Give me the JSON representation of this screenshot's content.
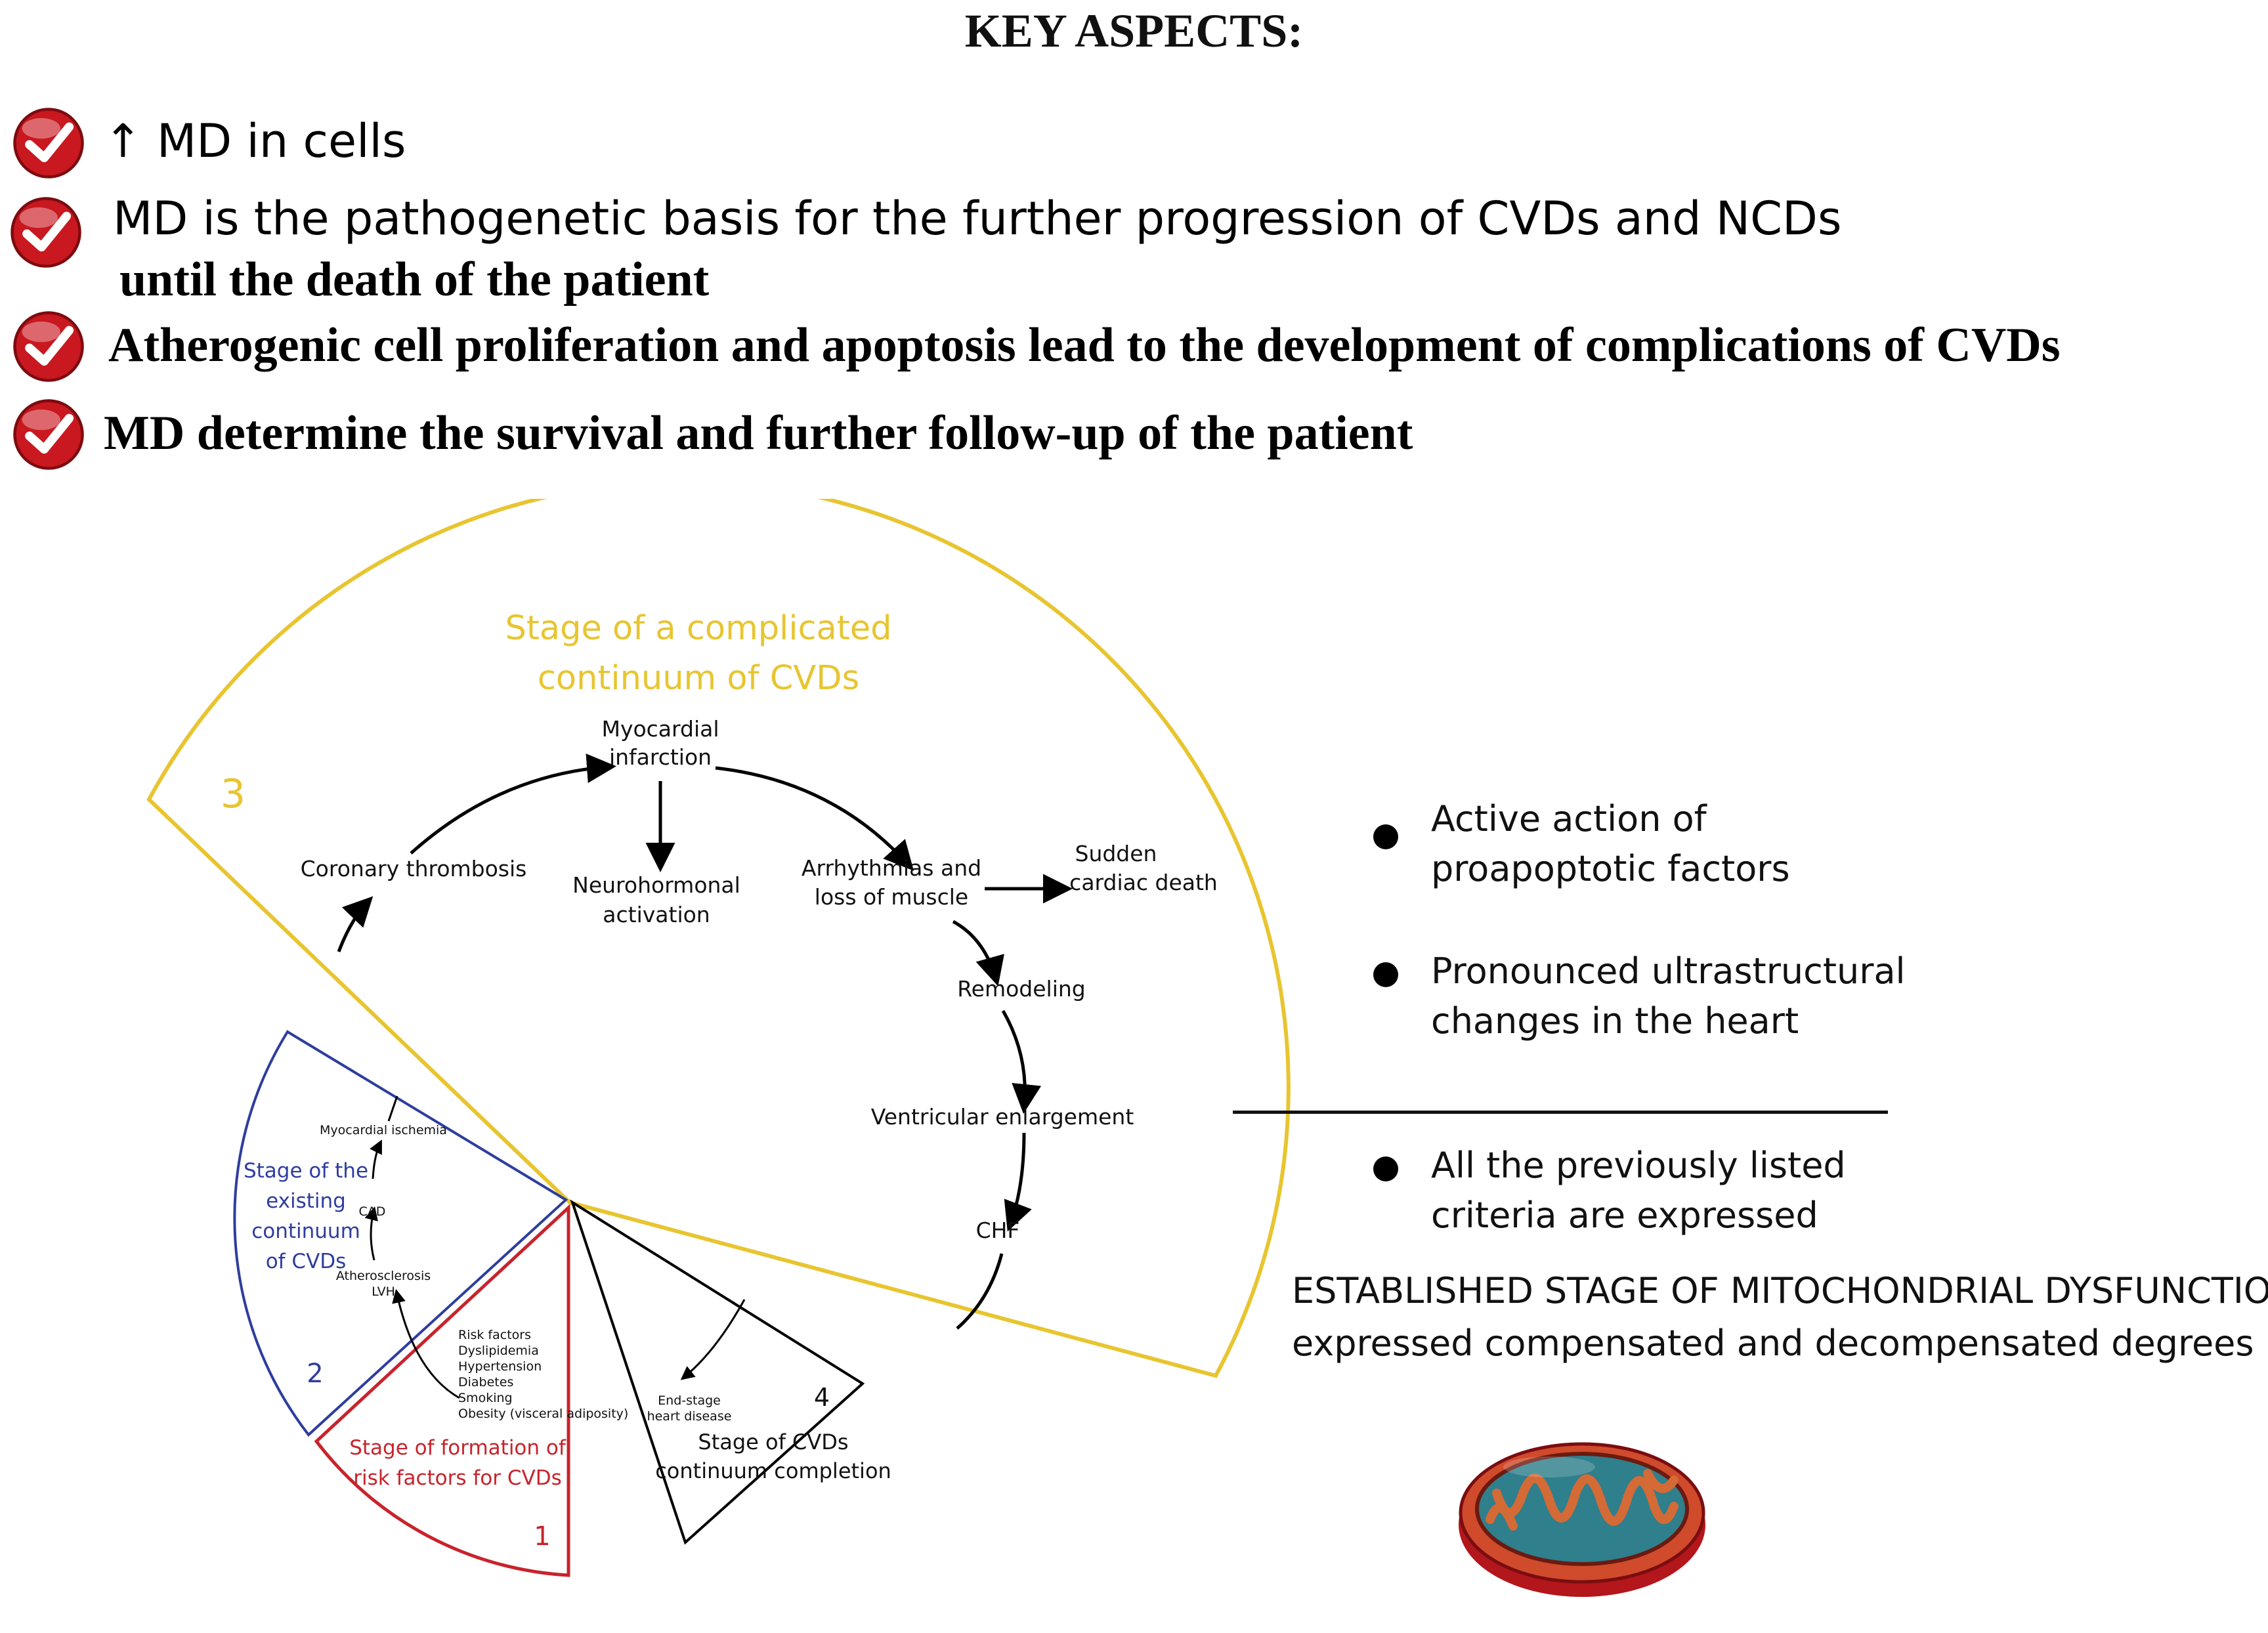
{
  "title": "KEY ASPECTS:",
  "key_aspects": [
    {
      "arrow": "↑",
      "line1": " MD  in cells",
      "line2": ""
    },
    {
      "arrow": "",
      "line1": "MD is the pathogenetic basis for the further progression of CVDs and NCDs",
      "line2": "until the death of the patient"
    },
    {
      "arrow": "",
      "line1": "Atherogenic cell proliferation and apoptosis lead to the development of complications of CVDs",
      "line2": ""
    },
    {
      "arrow": "",
      "line1": "MD determine the survival and further follow-up of the patient",
      "line2": ""
    }
  ],
  "sectors": {
    "stage3": {
      "number": "3",
      "title_line1": "Stage of a complicated",
      "title_line2": "continuum of CVDs",
      "color": "#E8C530"
    },
    "stage2": {
      "number": "2",
      "title_lines": [
        "Stage of the",
        "existing",
        "continuum",
        "of CVDs"
      ],
      "color": "#2E3D9E"
    },
    "stage1": {
      "number": "1",
      "title_line1": "Stage of formation of",
      "title_line2": "risk factors for CVDs",
      "color": "#C8232C"
    },
    "stage4": {
      "number": "4",
      "title_line1": "Stage of  CVDs",
      "title_line2": "continuum completion",
      "color": "#000000"
    }
  },
  "nodes": {
    "mi": [
      "Myocardial",
      "infarction"
    ],
    "coronary_thrombosis": "Coronary thrombosis",
    "neurohormonal": [
      "Neurohormonal",
      "activation"
    ],
    "arrhythmias": [
      "Arrhythmias and",
      "loss of muscle"
    ],
    "sudden_death": [
      "Sudden",
      "cardiac death"
    ],
    "remodeling": "Remodeling",
    "ventricular_enlargement": "Ventricular enlargement",
    "chf": "CHF",
    "myocardial_ischemia": "Myocardial ischemia",
    "cad": "CAD",
    "atherosclerosis": [
      "Atherosclerosis",
      "LVH"
    ],
    "risk_factors": [
      "Risk factors",
      "Dyslipidemia",
      "Hypertension",
      "Diabetes",
      "Smoking",
      "Obesity (visceral adiposity)"
    ],
    "end_stage": [
      "End-stage",
      "heart disease"
    ]
  },
  "criteria": [
    {
      "line1": "Active action of",
      "line2": "proapoptotic factors"
    },
    {
      "line1": "Pronounced ultrastructural",
      "line2": "changes in the heart"
    },
    {
      "line1": "All the previously listed",
      "line2": "criteria are expressed"
    }
  ],
  "established": {
    "title": "ESTABLISHED STAGE OF MITOCHONDRIAL DYSFUNCTION",
    "subtitle": "expressed compensated and decompensated degrees"
  },
  "icons": {
    "check": "check-circle-icon",
    "mitochondrion": "mitochondrion-icon"
  }
}
